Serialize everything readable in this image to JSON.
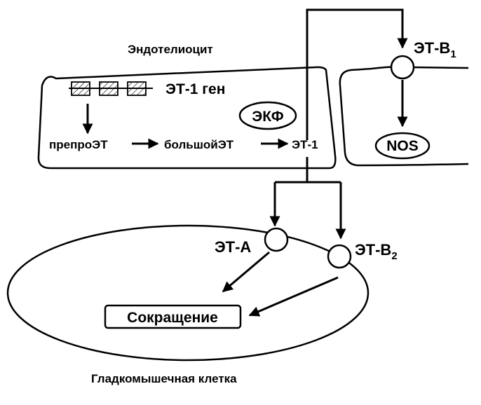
{
  "labels": {
    "endothelial_cell": "Эндотелиоцит",
    "smooth_muscle_cell": "Гладкомышечная клетка",
    "gene": "ЭТ-1 ген",
    "ekf": "ЭКФ",
    "prepro": "препроЭТ",
    "big_et": "большойЭТ",
    "et1": "ЭТ-1",
    "nos": "NOS",
    "contraction": "Сокращение"
  },
  "receptors": {
    "eta": "ЭТ-А",
    "etb1_base": "ЭТ-В",
    "etb1_sub": "1",
    "etb2_base": "ЭТ-В",
    "etb2_sub": "2"
  },
  "colors": {
    "ink": "#000000",
    "background": "#ffffff"
  }
}
